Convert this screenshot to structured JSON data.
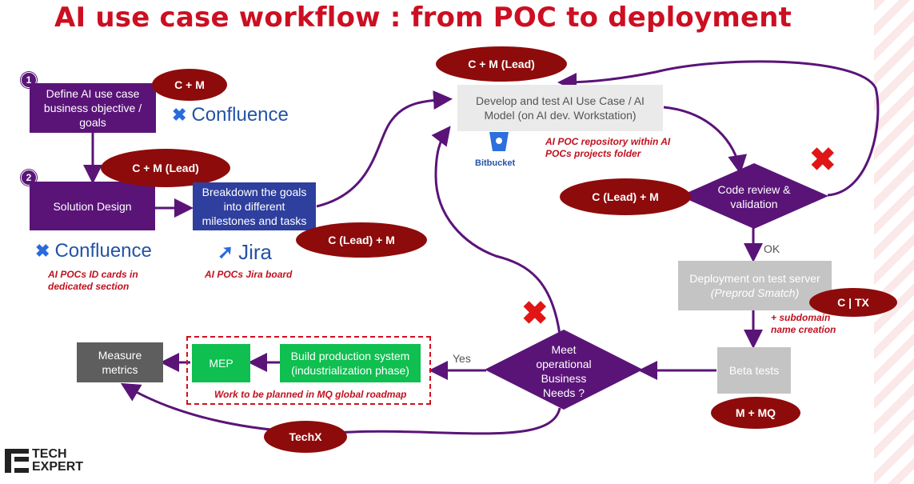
{
  "title": "AI use case workflow : from POC to deployment",
  "steps": {
    "step1_number": "1",
    "step2_number": "2",
    "define": "Define AI use case business objective / goals",
    "solution": "Solution Design",
    "breakdown": "Breakdown the goals into different milestones and tasks",
    "develop": "Develop and test AI Use Case / AI Model (on AI dev. Workstation)",
    "code_review": "Code review & validation",
    "deployment_line1": "Deployment on test server",
    "deployment_line2": "(Preprod Smatch)",
    "beta": "Beta tests",
    "meet": "Meet operational Business Needs ?",
    "build": "Build production system (industrialization phase)",
    "mep": "MEP",
    "measure": "Measure metrics"
  },
  "roles": {
    "cm_top": "C + M",
    "cm_lead_solution": "C + M (Lead)",
    "cm_lead_develop": "C + M (Lead)",
    "clead_m_breakdown": "C (Lead) + M",
    "clead_m_review": "C (Lead) + M",
    "c_tx": "C | TX",
    "m_mq": "M + MQ",
    "techx": "TechX"
  },
  "tools": {
    "confluence_top": "Confluence",
    "confluence_bottom": "Confluence",
    "jira": "Jira",
    "bitbucket": "Bitbucket"
  },
  "notes": {
    "confluence_note": "AI POCs ID cards in dedicated section",
    "jira_note": "AI POCs Jira board",
    "bitbucket_note": "AI POC repository within AI POCs projects folder",
    "subdomain_note": "+ subdomain name creation",
    "roadmap_note": "Work to be planned  in MQ global roadmap"
  },
  "labels": {
    "ok": "OK",
    "yes": "Yes"
  },
  "logo": {
    "line1": "TECH",
    "line2": "EXPERT"
  },
  "colors": {
    "title_red": "#cc0f22",
    "purple": "#5a1478",
    "blue": "#2e3f9e",
    "role_oval": "#8e0b0b",
    "green": "#0fbf50",
    "reject": "#e01616"
  }
}
